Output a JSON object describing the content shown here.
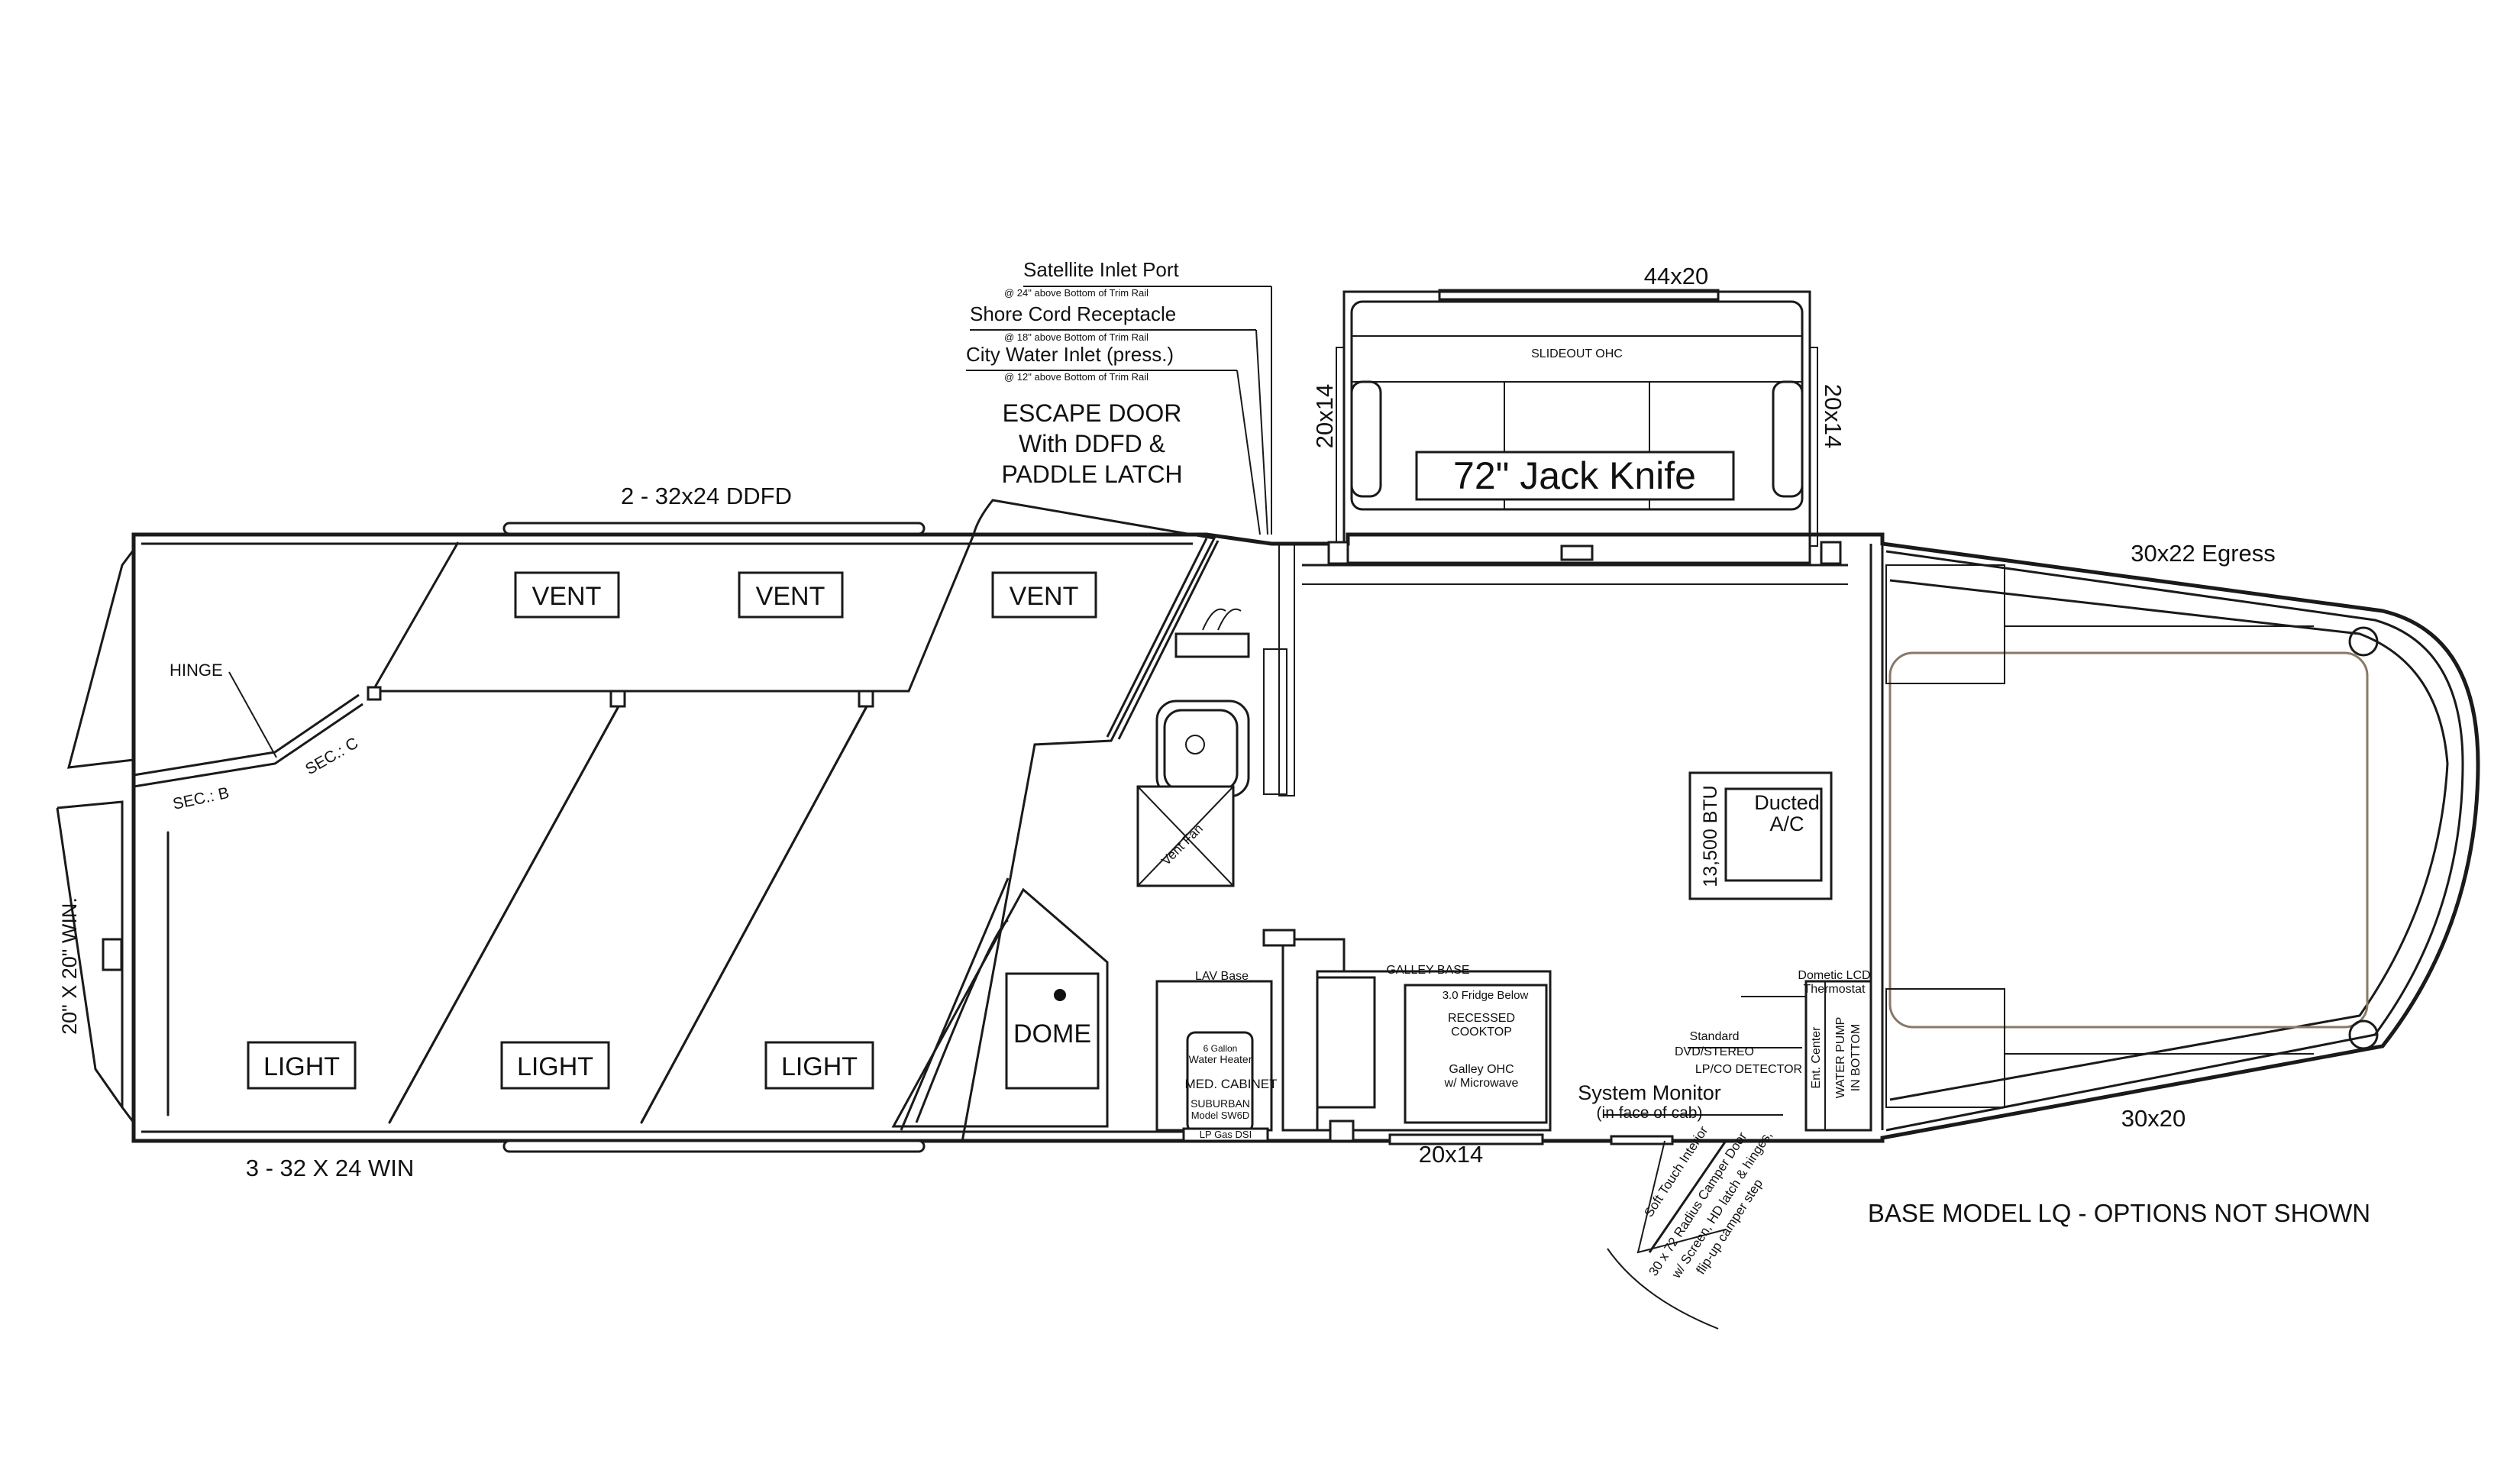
{
  "labels": {
    "satellite": "Satellite Inlet Port",
    "satellite_note": "@ 24\" above Bottom of Trim Rail",
    "shore": "Shore Cord Receptacle",
    "shore_note": "@ 18\" above Bottom of Trim Rail",
    "city": "City Water Inlet (press.)",
    "city_note": "@ 12\" above Bottom of Trim Rail",
    "escape1": "ESCAPE DOOR",
    "escape2": "With DDFD &",
    "escape3": "PADDLE LATCH",
    "ddfd": "2 - 32x24 DDFD",
    "slide_win": "44x20",
    "slide_ohc": "SLIDEOUT OHC",
    "slide_left": "20x14",
    "slide_right": "20x14",
    "sofa": "72\" Jack Knife",
    "egress": "30x22 Egress",
    "vent": "VENT",
    "light": "LIGHT",
    "dome": "DOME",
    "hinge": "HINGE",
    "sec_b": "SEC.: B",
    "sec_c": "SEC.: C",
    "rear_win": "20\" X 20\" WIN.",
    "win3": "3 - 32 X 24 WIN",
    "vent_fan": "Vent Fan",
    "ac1": "Ducted",
    "ac2": "A/C",
    "btu": "13,500 BTU",
    "lav": "LAV Base",
    "wh1": "6 Gallon",
    "wh2": "Water Heater",
    "med": "MED. CABINET",
    "sub1": "SUBURBAN",
    "sub2": "Model SW6D",
    "lp": "LP Gas DSI",
    "galley": "GALLEY BASE",
    "fridge": "3.0 Fridge Below",
    "rc1": "RECESSED",
    "rc2": "COOKTOP",
    "go1": "Galley OHC",
    "go2": "w/ Microwave",
    "win_20x14": "20x14",
    "sys1": "System Monitor",
    "sys2": "(in face of cab)",
    "dvd1": "Standard",
    "dvd2": "DVD/STEREO",
    "lpco": "LP/CO DETECTOR",
    "lcd": "Dometic LCD",
    "thermo": "Thermostat",
    "ent": "Ent. Center",
    "pump1": "WATER PUMP",
    "pump2": "IN BOTTOM",
    "win_30x20": "30x20",
    "door1": "Soft Touch Interior",
    "door2": "30 x 72 Radius Camper Door",
    "door3": "w/ Screen, HD latch & hinges,",
    "door4": "flip-up camper step",
    "base_model": "BASE MODEL LQ - OPTIONS NOT SHOWN"
  }
}
